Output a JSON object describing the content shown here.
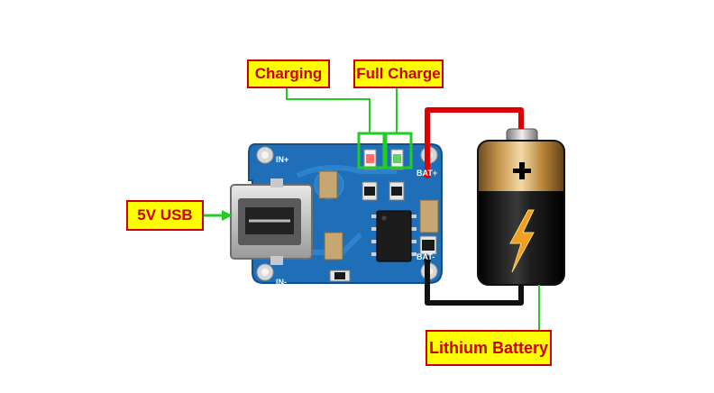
{
  "labels": {
    "charging": "Charging",
    "full_charge": "Full Charge",
    "usb": "5V USB",
    "battery": "Lithium Battery"
  },
  "pcb": {
    "in_plus": "IN+",
    "in_minus": "IN-",
    "bat_plus": "BAT+",
    "bat_minus": "BAT-"
  },
  "colors": {
    "label_fill": "#ffff00",
    "label_border": "#cc0000",
    "label_text": "#cc0000",
    "pointer_line": "#22cc22",
    "positive_wire": "#dd0000",
    "negative_wire": "#111111",
    "pcb": "#1f6fb8"
  }
}
